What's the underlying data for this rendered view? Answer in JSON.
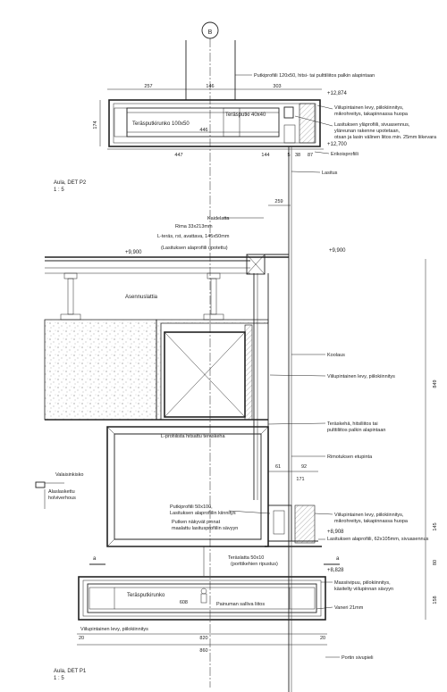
{
  "grid": {
    "marker": "B"
  },
  "p2": {
    "title": "Aula, DET P2",
    "scale": "1 : 5",
    "dims_top": [
      "257",
      "146",
      "303"
    ],
    "dims_bottom": [
      "447",
      "144",
      "5",
      "38",
      "87"
    ],
    "dim_height": "174",
    "inner_446": "446",
    "labels": {
      "tube": "Teräsputkirunko 100x50",
      "tube2": "Teräsputki 40x40",
      "putkiprofiili": "Putkiprofiili 120x50, hitsi- tai pulttiliitos palkin alapintaan",
      "level1": "+12,874",
      "viilu1": "Viilupintainen levy, piilokiinnitys,",
      "viilu2": "mikrohreitys, takapinnassa huopa",
      "lasitus1": "Lasituksen yläprofiili, sivuasennus,",
      "lasitus2": "yläreunan rakenne upotetaan,",
      "lasitus3": "otsan ja lasin välinen liitos min. 25mm liikevara",
      "level2": "+12,700",
      "erikois": "Erikoisprofiili",
      "lasitus": "Lasitus"
    }
  },
  "p1": {
    "title": "Aula, DET P1",
    "scale": "1 : 5",
    "dim_259": "259",
    "level_9900_left": "+9,900",
    "level_9900_right": "+9,900",
    "asennuslattia": "Asennuslattia",
    "kaidelatta": "Kaidelatta",
    "rima": "Rima 33x213mm",
    "lteras": "L-teräs, rst, avattava, 145x50mm",
    "lasituksen_up": "(Lasituksen alaprofiili upotettu)",
    "koolaus": "Koolaus",
    "viilu_levy": "Viilupintainen levy, piilokiinnitys",
    "teraskehä1": "Teräskehä, hitsiliitos tai",
    "teraskehä2": "pulttiliitos palkin alapintaan",
    "lprofiili": "L-profiilista hitsattu teräskehä",
    "rimotuksen": "Rimotuksen etupinta",
    "dim_61": "61",
    "dim_92": "92",
    "dim_171": "171",
    "dim_849": "849",
    "valaisinkisko": "Valaisinkisko",
    "alaslaskettu1": "Alaslaskettu",
    "alaslaskettu2": "holviverhous",
    "putkiprof1": "Putkiprofiili 50x100,",
    "putkiprof2": "Lasituksen alaprofiilin kiinnitys",
    "putken1": "Putken näkyvät pinnat",
    "putken2": "maalattu lasitusprofiilin sävyyn",
    "viilu3a": "Viilupintainen levy, piilokiinnitys,",
    "viilu3b": "mikrohreitys, takapinnassa huopa",
    "level_8908": "+8,908",
    "lasituksen_ala": "Lasituksen alaprofiili, 62x105mm, sivuasennus",
    "dim_145": "145",
    "teraslatta1": "Teräslatta 50x10",
    "teraslatta2": "(porttikehien ripustus)",
    "level_8828": "+8,828",
    "dim_80": "80",
    "massiivi1": "Massiivipuu, piilokiinnitys,",
    "massiivi2": "käsitelty viilupinnan sävyyn",
    "vaneri": "Vaneri 21mm",
    "dim_158": "158",
    "terasputki": "Teräsputkirunko",
    "dim_608": "608",
    "painuman": "Painuman salliva liitos",
    "viilu4": "Viilupintainen levy, piilokiinnitys",
    "dims_bot": [
      "20",
      "820",
      "20"
    ],
    "dim_860": "860",
    "portin": "Portin sivupieli",
    "sect_a": "a"
  }
}
